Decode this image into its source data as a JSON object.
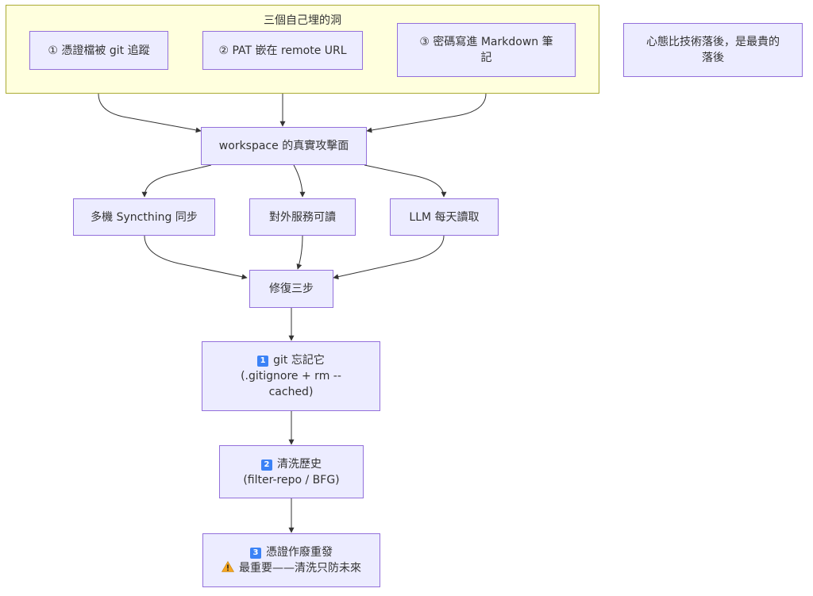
{
  "cluster": {
    "title": "三個自己埋的洞"
  },
  "nodes": {
    "hole1": "① 憑證檔被 git 追蹤",
    "hole2": "② PAT 嵌在 remote URL",
    "hole3_line1": "③ 密碼寫進 Markdown 筆",
    "hole3_line2": "記",
    "note_line1": "心態比技術落後，是最貴的",
    "note_line2": "落後",
    "surface": "workspace 的真實攻擊面",
    "sync": "多機 Syncthing 同步",
    "external": "對外服務可讀",
    "llm": "LLM 每天讀取",
    "fix": "修復三步",
    "step1_badge": "1",
    "step1_line1": "git 忘記它",
    "step1_line2": "(.gitignore + rm --",
    "step1_line3": "cached)",
    "step2_badge": "2",
    "step2_line1": "清洗歷史",
    "step2_line2": "(filter-repo / BFG)",
    "step3_badge": "3",
    "step3_line1": "憑證作廢重發",
    "step3_line2": "最重要——清洗只防未來"
  },
  "icons": {
    "warning": "warning-icon"
  },
  "colors": {
    "node_fill": "#ececff",
    "node_border": "#9370db",
    "cluster_fill": "#ffffde",
    "cluster_border": "#aaaa33",
    "edge": "#333333",
    "badge": "#3b82f6",
    "warning": "#f5a623"
  }
}
